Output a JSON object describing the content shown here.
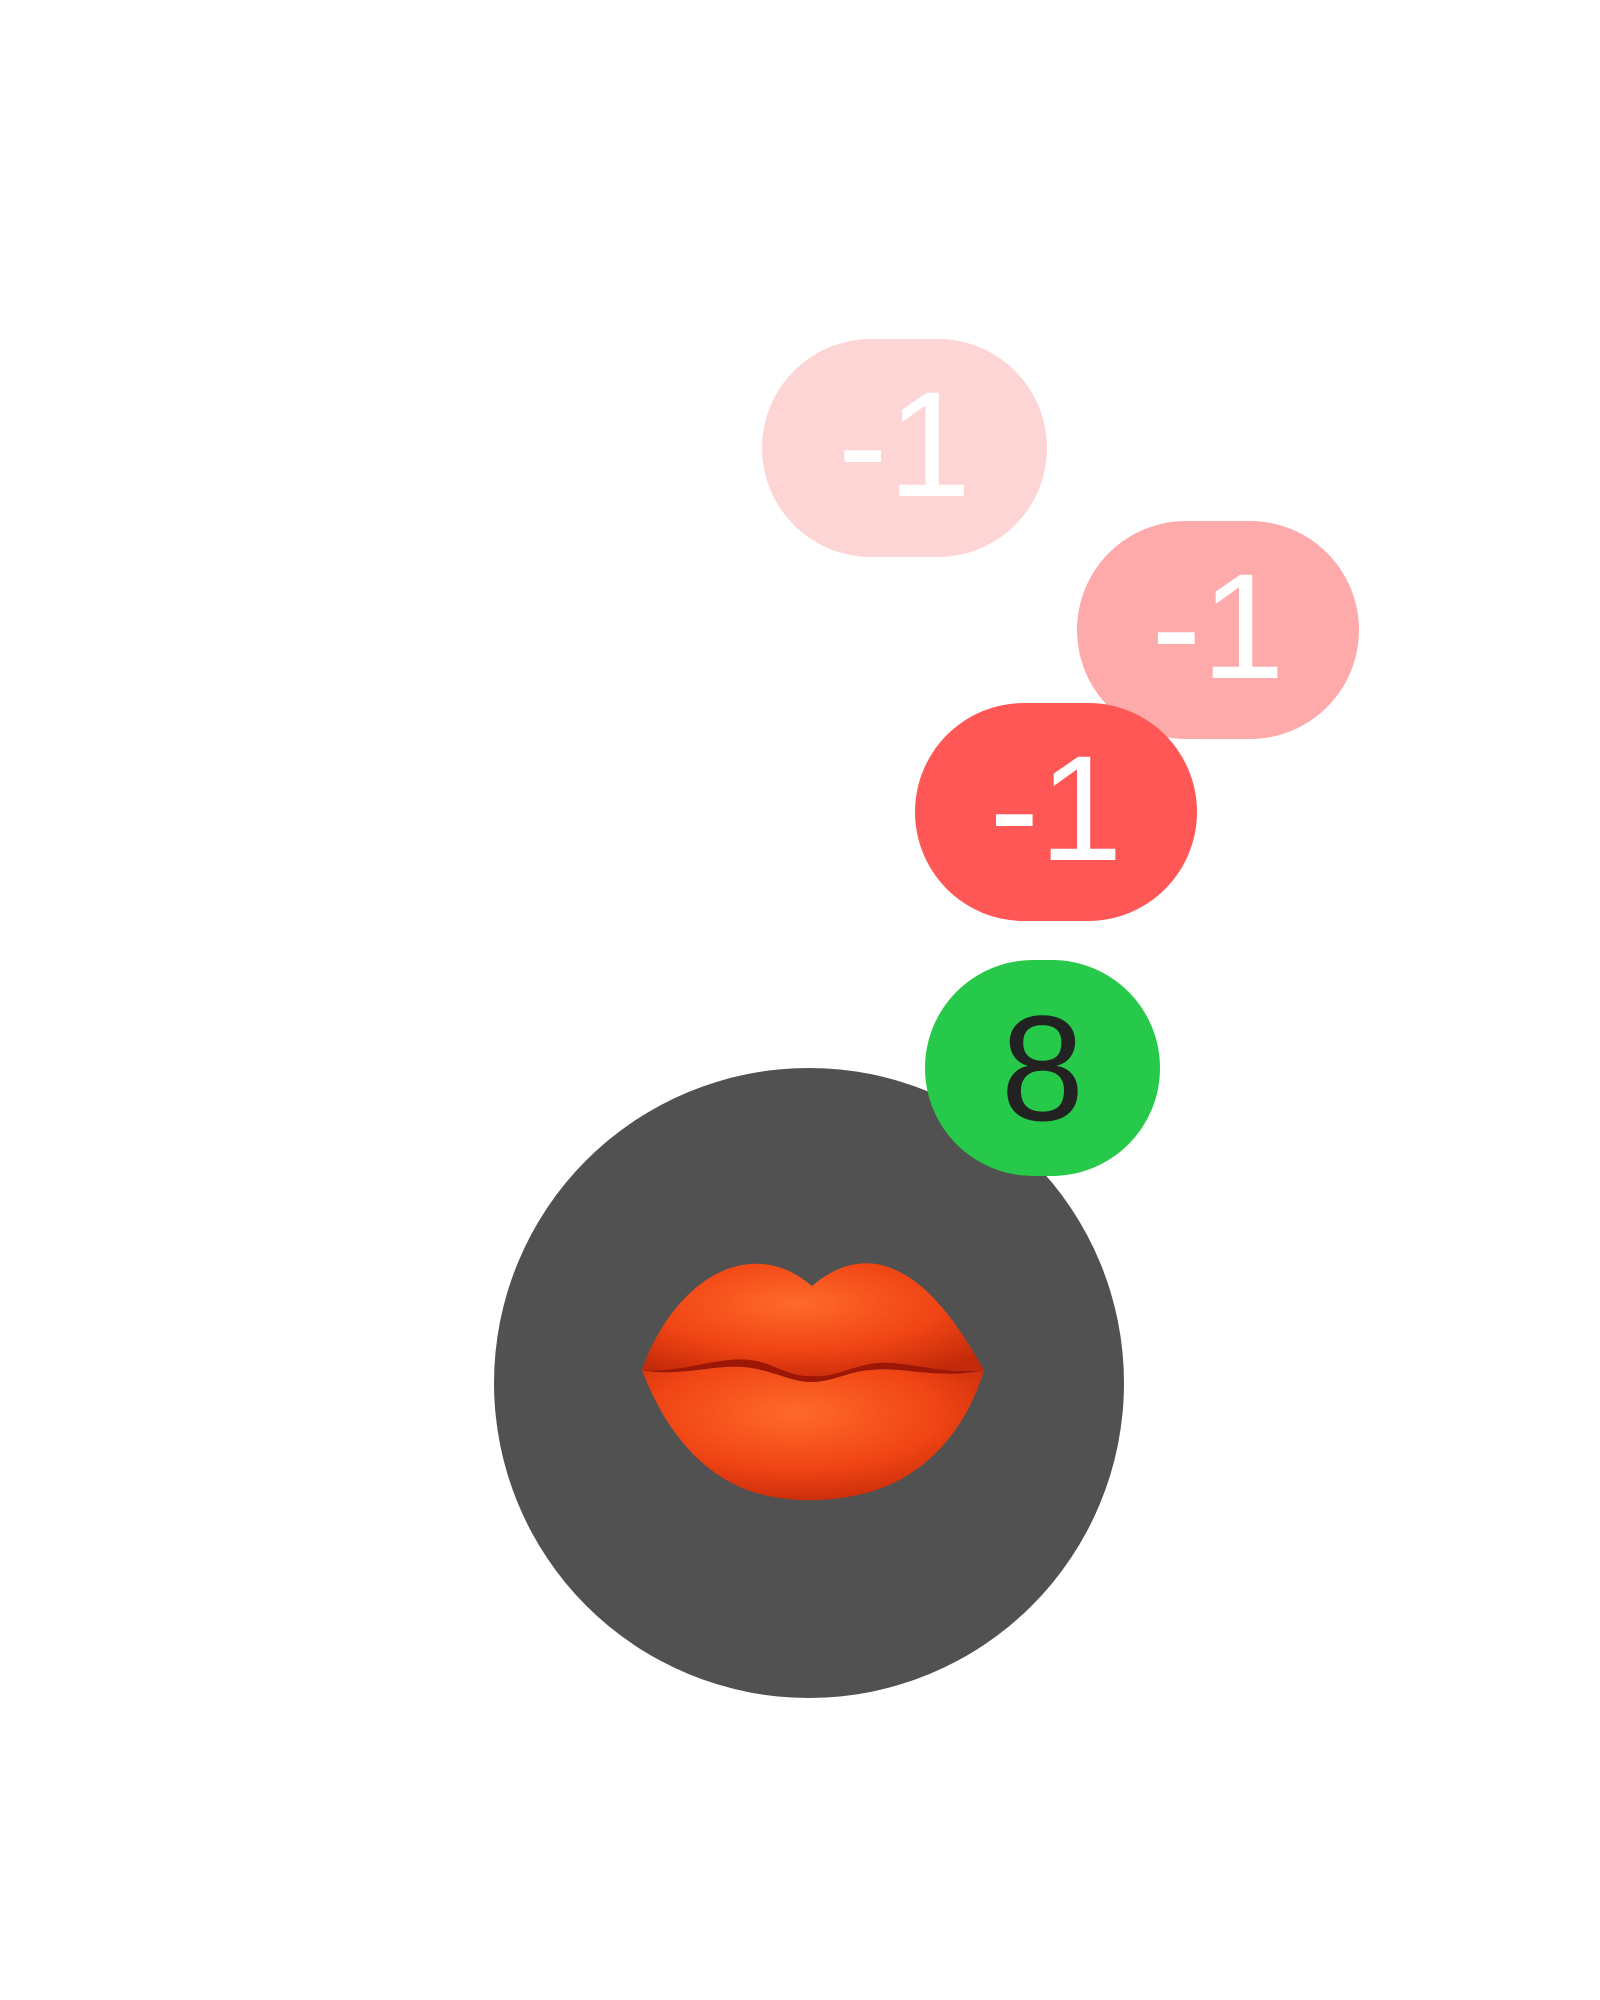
{
  "deltas": [
    {
      "label": "-1",
      "color": "#fdd5d5"
    },
    {
      "label": "-1",
      "color": "#ffaaaa"
    },
    {
      "label": "-1",
      "color": "#ff5656"
    }
  ],
  "reaction": {
    "icon": "kiss-lips-icon",
    "background": "#515151"
  },
  "count_badge": {
    "value": "8",
    "color": "#26c94a"
  }
}
